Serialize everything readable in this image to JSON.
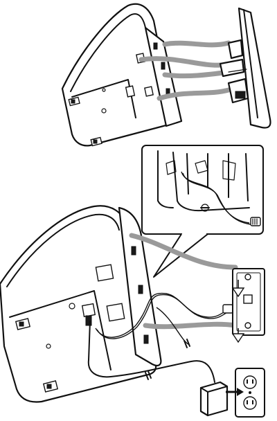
{
  "figure": {
    "description_visible_text": "",
    "colors": {
      "line": "#111111",
      "arrow_gray": "#9a9a9a",
      "fill": "#ffffff"
    },
    "icons": [
      "base-unit-top",
      "wall-bracket-top",
      "zoom-callout",
      "base-unit-bottom",
      "wall-plate",
      "power-adapter",
      "power-outlet"
    ]
  }
}
